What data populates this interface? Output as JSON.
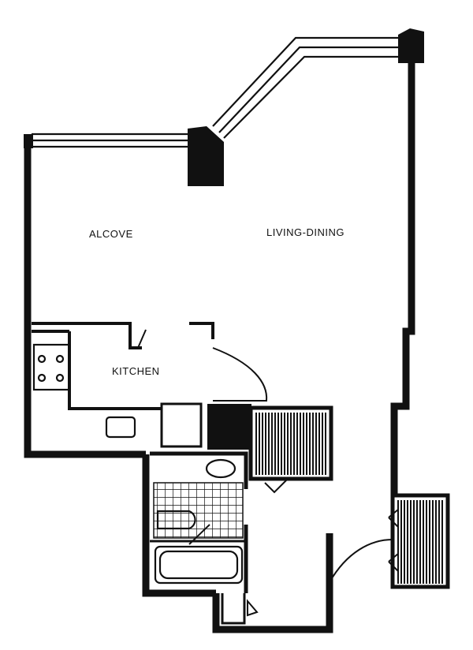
{
  "rooms": {
    "alcove": "ALCOVE",
    "living_dining": "LIVING-DINING",
    "kitchen": "KITCHEN"
  },
  "colors": {
    "wall": "#111111",
    "paper": "#ffffff"
  }
}
